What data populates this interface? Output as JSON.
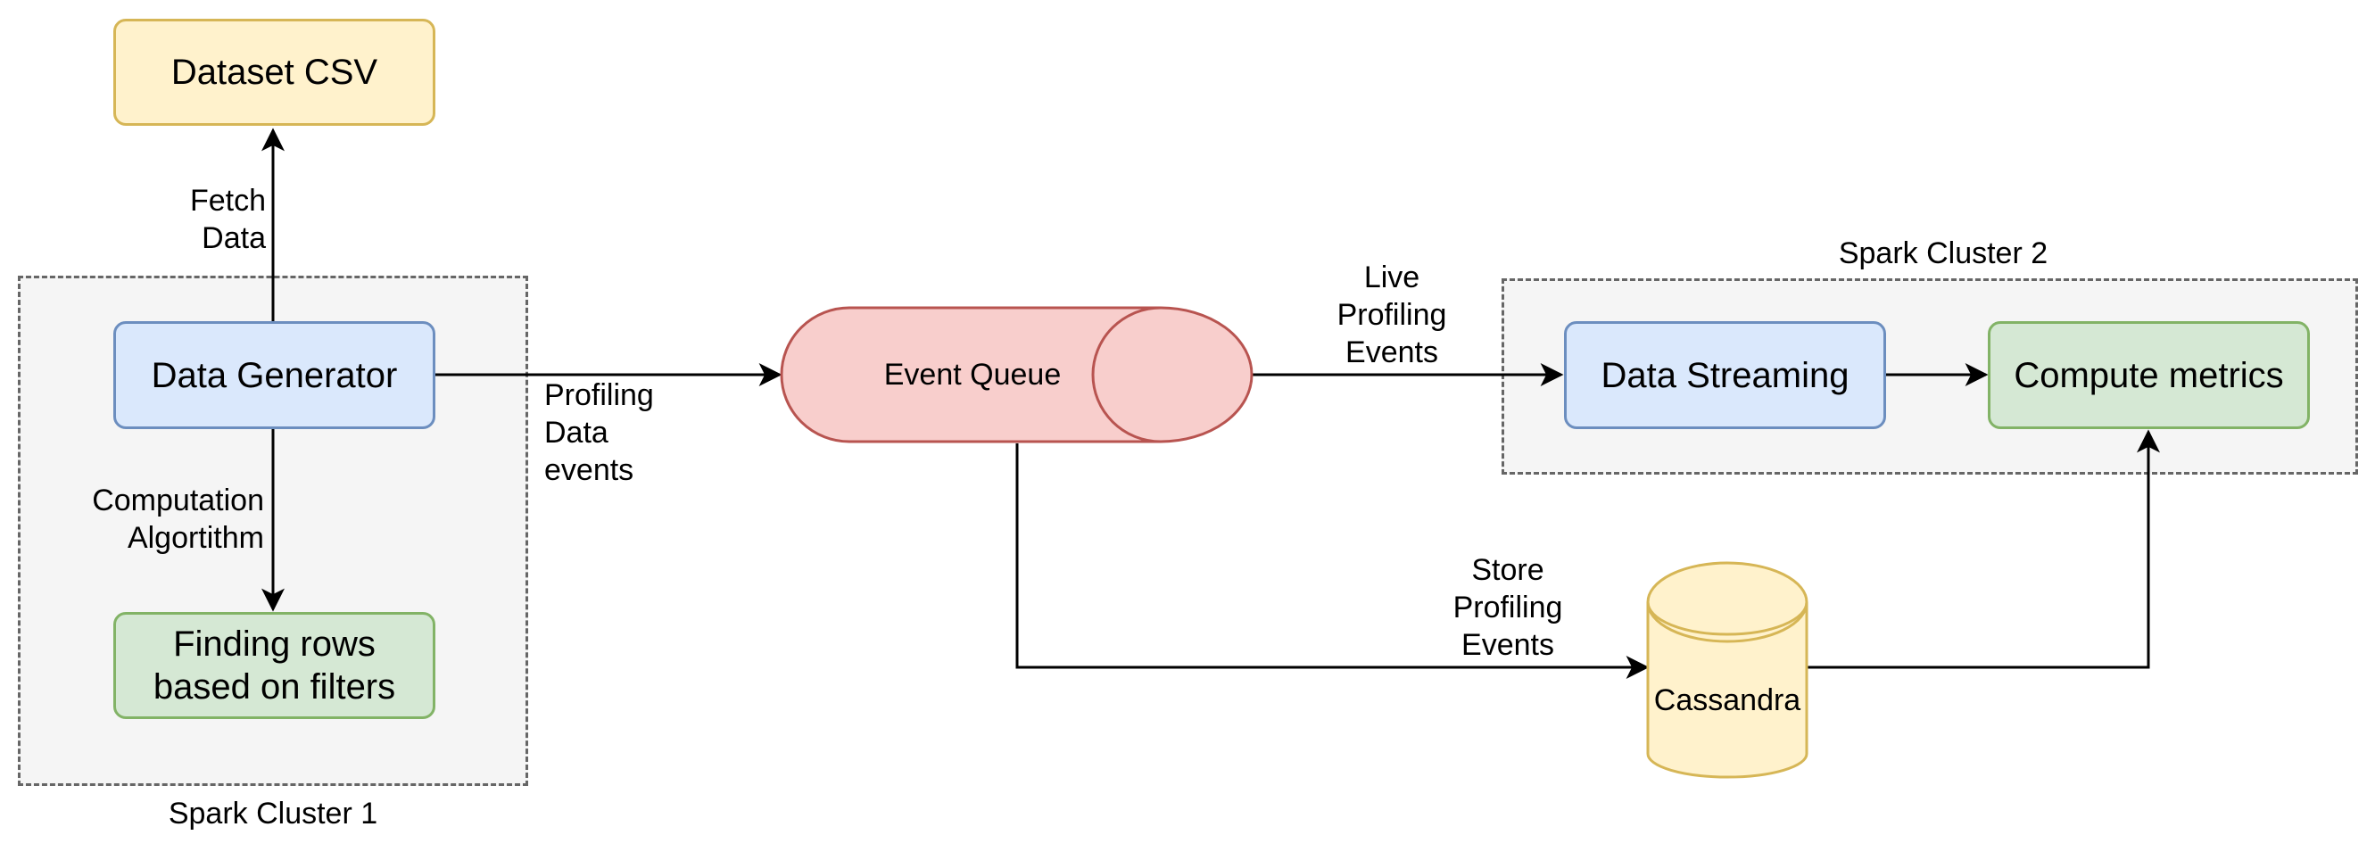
{
  "nodes": {
    "dataset_csv": "Dataset CSV",
    "data_generator": "Data Generator",
    "finding_rows": "Finding rows based on filters",
    "event_queue": "Event Queue",
    "data_streaming": "Data Streaming",
    "compute_metrics": "Compute metrics",
    "cassandra": "Cassandra"
  },
  "clusters": {
    "cluster1": "Spark Cluster 1",
    "cluster2": "Spark Cluster 2"
  },
  "edges": {
    "fetch_data": [
      "Fetch",
      "Data"
    ],
    "computation": [
      "Computation",
      "Algortithm"
    ],
    "profiling_events": [
      "Profiling",
      "Data",
      "events"
    ],
    "live_events": [
      "Live",
      "Profiling",
      "Events"
    ],
    "store_events": [
      "Store",
      "Profiling",
      "Events"
    ]
  },
  "colors": {
    "yellow_fill": "#fff2cc",
    "yellow_stroke": "#d6b656",
    "blue_fill": "#dae8fc",
    "blue_stroke": "#6c8ebf",
    "green_fill": "#d5e8d4",
    "green_stroke": "#82b366",
    "red_fill": "#f8cecc",
    "red_stroke": "#b85450",
    "cluster_fill": "#f5f5f5",
    "cluster_stroke": "#666666"
  }
}
